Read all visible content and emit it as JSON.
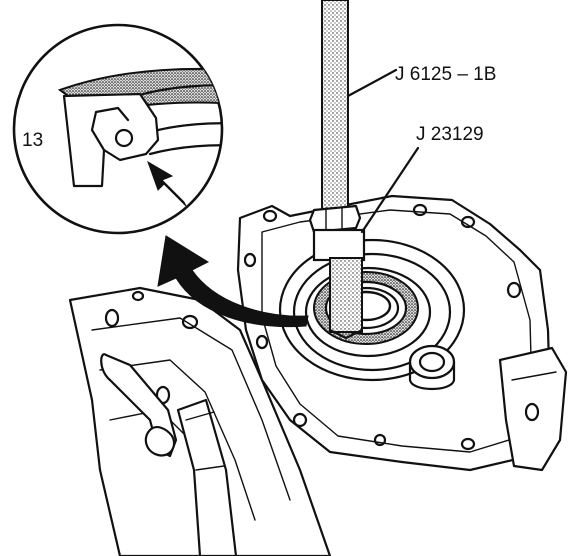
{
  "labels": {
    "tool_rod": "J 6125 – 1B",
    "tool_adapter": "J 23129",
    "detail_number": "13"
  }
}
